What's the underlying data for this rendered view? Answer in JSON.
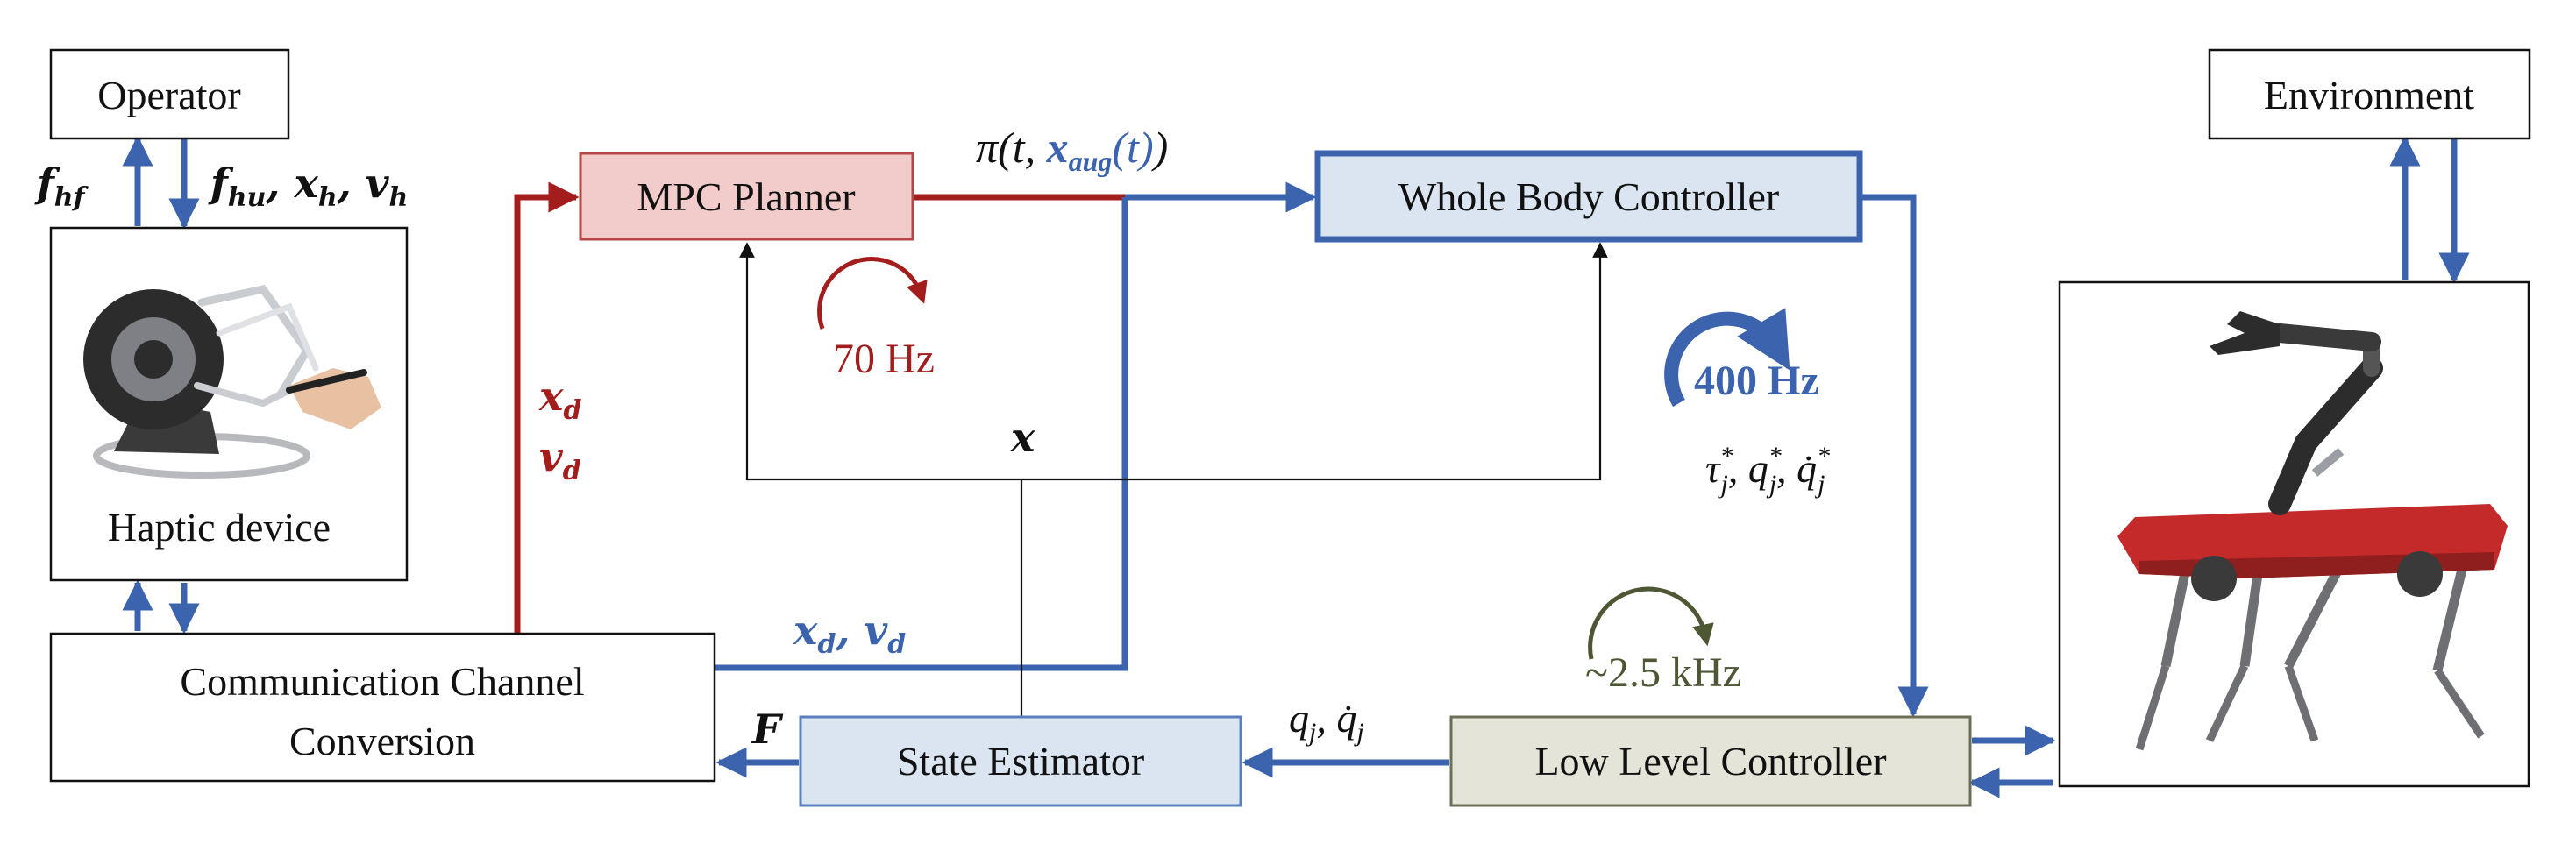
{
  "colors": {
    "red": "#a31d1d",
    "blue": "#3c63ae",
    "olive": "#4e5734",
    "black": "#111111",
    "mpc_fill": "#f2cbcb",
    "mpc_border": "#b34747",
    "blue_fill": "#dbe5f1",
    "blue_border": "#3c63ae",
    "olive_fill": "#e4e4d9",
    "olive_border": "#6b6f57"
  },
  "blocks": {
    "operator": "Operator",
    "haptic_device": "Haptic device",
    "mpc_planner": "MPC Planner",
    "whole_body_controller": "Whole Body Controller",
    "environment": "Environment",
    "communication_line1": "Communication Channel",
    "communication_line2": "Conversion",
    "state_estimator": "State Estimator",
    "low_level_controller": "Low Level Controller"
  },
  "icons": {
    "haptic": "haptic-device-photo-icon",
    "robot": "legged-robot-arm-photo-icon"
  },
  "frequencies": {
    "mpc": "70 Hz",
    "wbc": "400 Hz",
    "llc": "~2.5 kHz"
  },
  "signals": {
    "f_hf": "f",
    "f_hf_sub": "hf",
    "f_hu": "f",
    "f_hu_sub": "hu",
    "comma_1": ", ",
    "x_h": "x",
    "x_h_sub": "h",
    "comma_2": ", ",
    "v_h": "v",
    "v_h_sub": "h",
    "pi_open": "π(",
    "pi_t": "t, ",
    "pi_x": "x",
    "pi_x_sub": "aug",
    "pi_t2": "(t)",
    "pi_close": ")",
    "xd_red": "x",
    "xd_red_sub": "d",
    "vd_red": "v",
    "vd_red_sub": "d",
    "x_state": "x",
    "xd_blue": "x",
    "xd_blue_sub": "d",
    "comma_3": ", ",
    "vd_blue": "v",
    "vd_blue_sub": "d",
    "tau": "τ",
    "tau_sub": "j",
    "tau_sup": "*",
    "comma_4": ", ",
    "q": "q",
    "q_sub": "j",
    "q_sup": "*",
    "comma_5": ", ",
    "qdot": "q̇",
    "qdot_sub": "j",
    "qdot_sup": "*",
    "q_ll": "q",
    "q_ll_sub": "j",
    "comma_6": ", ",
    "qdot_ll": "q̇",
    "qdot_ll_sub": "j",
    "F": "F"
  }
}
